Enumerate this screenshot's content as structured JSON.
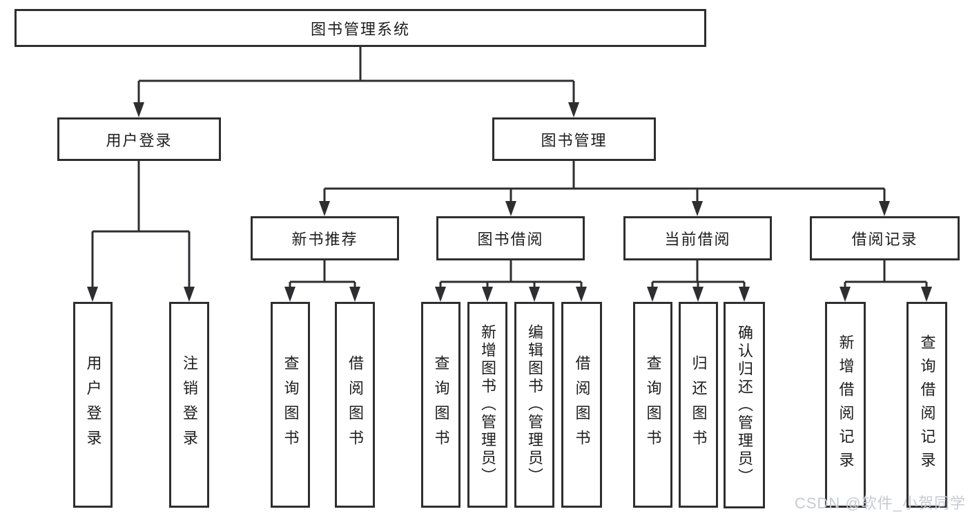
{
  "diagram_title": "图书管理系统",
  "nodes": {
    "root": "图书管理系统",
    "level2": [
      "用户登录",
      "图书管理"
    ],
    "level3": [
      "新书推荐",
      "图书借阅",
      "当前借阅",
      "借阅记录"
    ],
    "leaves": [
      "用户登录",
      "注销登录",
      "查询图书",
      "借阅图书",
      "查询图书",
      "新增图书（管理员）",
      "编辑图书（管理员）",
      "借阅图书",
      "查询图书",
      "归还图书",
      "确认归还（管理员）",
      "新增借阅记录",
      "查询借阅记录"
    ]
  },
  "hierarchy": {
    "图书管理系统": {
      "用户登录": [
        "用户登录",
        "注销登录"
      ],
      "图书管理": {
        "新书推荐": [
          "查询图书",
          "借阅图书"
        ],
        "图书借阅": [
          "查询图书",
          "新增图书（管理员）",
          "编辑图书（管理员）",
          "借阅图书"
        ],
        "当前借阅": [
          "查询图书",
          "归还图书",
          "确认归还（管理员）"
        ],
        "借阅记录": [
          "新增借阅记录",
          "查询借阅记录"
        ]
      }
    }
  },
  "watermark": "CSDN @软件_小贺同学",
  "colors": {
    "line": "#2e2e30",
    "box_border": "#2e2e30",
    "text": "#1d1d1f",
    "background": "#ffffff",
    "watermark": "#c7cad2"
  }
}
